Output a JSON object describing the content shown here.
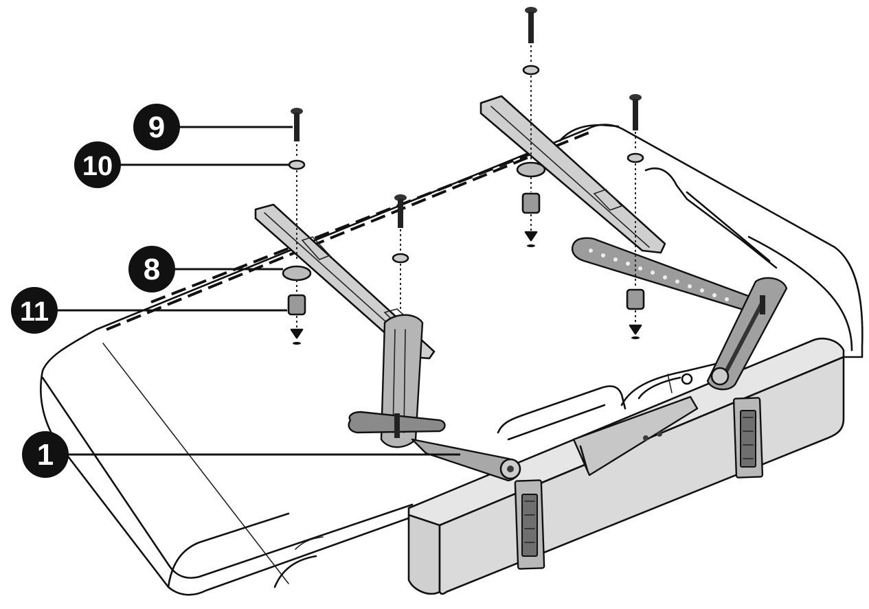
{
  "callouts": [
    {
      "id": "9",
      "text": "9"
    },
    {
      "id": "10",
      "text": "10"
    },
    {
      "id": "8",
      "text": "8"
    },
    {
      "id": "11",
      "text": "11"
    },
    {
      "id": "1",
      "text": "1"
    }
  ]
}
